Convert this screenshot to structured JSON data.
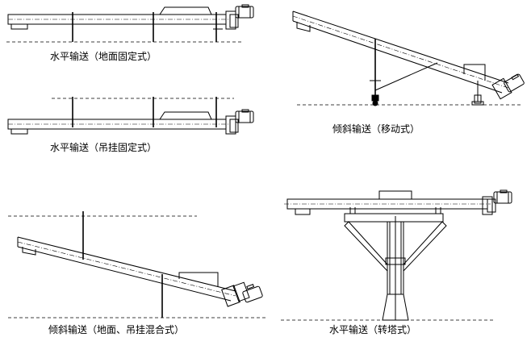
{
  "captions": {
    "horizontal_ground": "水平输送（地面固定式）",
    "inclined_mobile": "倾斜输送（移动式）",
    "horizontal_hanging": "水平输送（吊挂固定式）",
    "inclined_mixed": "倾斜输送（地面、吊挂混合式）",
    "horizontal_turret": "水平输送（转塔式）"
  },
  "colors": {
    "line": "#000000",
    "background": "#ffffff"
  }
}
